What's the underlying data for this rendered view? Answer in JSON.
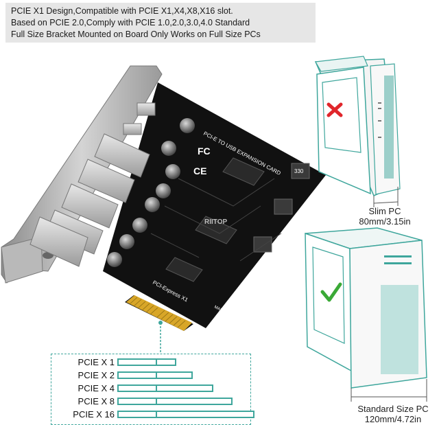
{
  "header": {
    "lines": [
      "PCIE X1 Design,Compatible with PCIE X1,X4,X8,X16 slot.",
      "Based on PCIE 2.0,Comply with PCIE 1.0,2.0,3.0,4.0 Standard",
      "Full Size Bracket Mounted on Board Only Works on Full Size PCs"
    ]
  },
  "card": {
    "title": "PCI-E TO USB EXPANSION CARD",
    "interface": "PCI-Express X1",
    "origin": "MADE IN CHINA",
    "brand": "RIITOP",
    "fc": "FC",
    "ce": "CE",
    "inductor": "330"
  },
  "pcs": {
    "slim": {
      "name": "Slim PC",
      "size": "80mm/3.15in",
      "status": "incompatible"
    },
    "standard": {
      "name": "Standard Size PC",
      "size": "120mm/4.72in",
      "status": "compatible"
    }
  },
  "slots": [
    {
      "label": "PCIE X 1",
      "length": 1
    },
    {
      "label": "PCIE X 2",
      "length": 2
    },
    {
      "label": "PCIE X 4",
      "length": 4
    },
    {
      "label": "PCIE X 8",
      "length": 8
    },
    {
      "label": "PCIE X 16",
      "length": 16
    }
  ],
  "colors": {
    "accent": "#3ea69c",
    "pcb": "#111111",
    "gold": "#d8a628",
    "cross": "#e0262b",
    "check": "#3aa936"
  }
}
